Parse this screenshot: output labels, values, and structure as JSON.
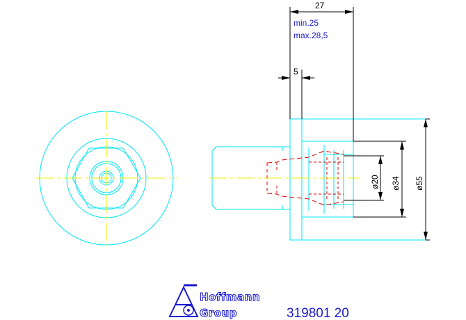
{
  "drawing": {
    "dimensions": {
      "overall_length": "27",
      "min_note": "min.25",
      "max_note": "max.28,5",
      "offset": "5",
      "dia_inner": "ø20",
      "dia_mid": "ø34",
      "dia_outer": "ø55"
    },
    "colors": {
      "outline": "#00e5f5",
      "centerline": "#f2ef00",
      "hidden": "#e00000",
      "dimension": "#000000",
      "brand": "#1a1ad0"
    }
  },
  "title_block": {
    "brand_line1": "Hoffmann",
    "brand_line2": "Group",
    "part_number": "319801 20",
    "logo_icon": "hoffmann-group-logo-icon"
  }
}
